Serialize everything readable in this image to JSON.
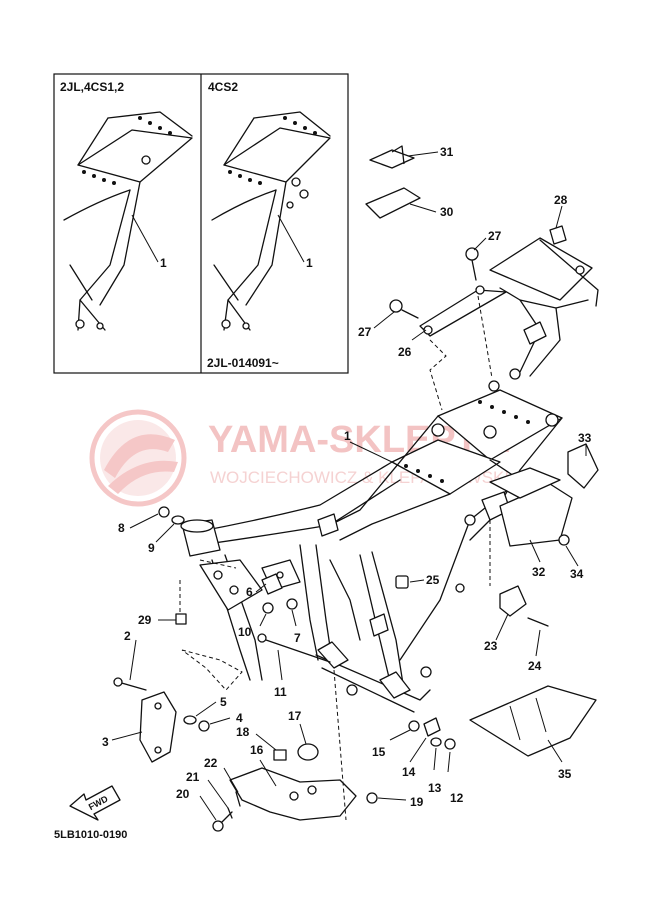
{
  "inset_boxes": [
    {
      "heading": "2JL,4CS1,2",
      "part_ref": "1"
    },
    {
      "heading": "4CS2",
      "part_ref": "1",
      "footnote": "2JL-014091~"
    }
  ],
  "watermark": {
    "title": "YAMA-SKLEP.PL",
    "subtitle": "WOJCIECHOWICZ & KLEPACZEWSKI",
    "color": "#e87c7c"
  },
  "callouts": {
    "p1": "1",
    "p2": "2",
    "p3": "3",
    "p4": "4",
    "p5": "5",
    "p6": "6",
    "p7": "7",
    "p8": "8",
    "p9": "9",
    "p10": "10",
    "p11": "11",
    "p12": "12",
    "p13": "13",
    "p14": "14",
    "p15": "15",
    "p16": "16",
    "p17": "17",
    "p18": "18",
    "p19": "19",
    "p20": "20",
    "p21": "21",
    "p22": "22",
    "p23": "23",
    "p24": "24",
    "p25": "25",
    "p26": "26",
    "p27a": "27",
    "p27b": "27",
    "p28": "28",
    "p29": "29",
    "p30": "30",
    "p31": "31",
    "p32": "32",
    "p33": "33",
    "p34": "34",
    "p35": "35"
  },
  "fwd_arrow": "FWD",
  "diagram_code": "5LB1010-0190"
}
